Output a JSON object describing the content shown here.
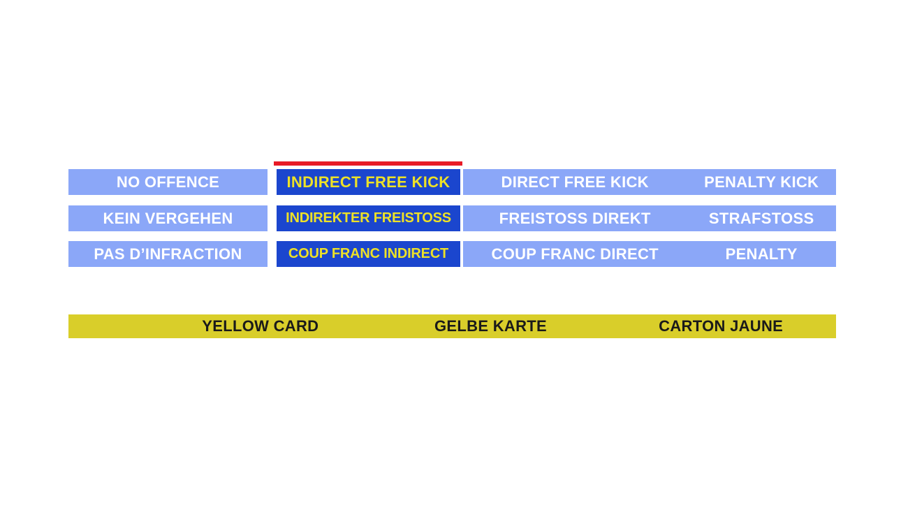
{
  "rows": [
    {
      "cells": [
        "NO OFFENCE",
        "INDIRECT FREE KICK",
        "DIRECT FREE KICK",
        "PENALTY KICK"
      ],
      "selected_cell": 1
    },
    {
      "cells": [
        "KEIN VERGEHEN",
        "INDIREKTER FREISTOSS",
        "FREISTOSS DIREKT",
        "STRAFSTOSS"
      ],
      "selected_cell": 1
    },
    {
      "cells": [
        "PAS D’INFRACTION",
        "COUP FRANC INDIRECT",
        "COUP FRANC DIRECT",
        "PENALTY"
      ],
      "selected_cell": 1
    }
  ],
  "card_bar": {
    "cells": [
      "YELLOW CARD",
      "GELBE KARTE",
      "CARTON JAUNE"
    ]
  },
  "colors": {
    "page_bg": "#FFFFFF",
    "option_bg": "#8BA7F8",
    "option_text": "#FFFFFF",
    "selected_bg": "#1B46CE",
    "selected_text": "#EDE127",
    "indicator_red": "#E81B26",
    "card_bar_bg": "#D9CE2A",
    "card_bar_text": "#1A1A1A"
  }
}
